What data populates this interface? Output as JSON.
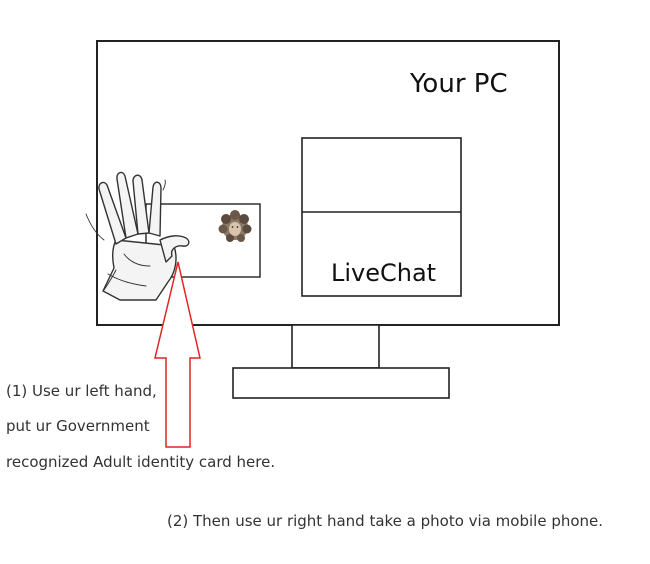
{
  "monitor": {
    "title": "Your PC"
  },
  "window": {
    "label": "LiveChat"
  },
  "instructions": {
    "step1_line1": "(1) Use ur left hand,",
    "step1_line2": "put ur Government",
    "step1_line3": "recognized Adult identity card here.",
    "step2": "(2) Then use ur right hand take a photo via mobile phone."
  },
  "colors": {
    "outline": "#222222",
    "arrow": "#e02424",
    "text": "#333333"
  },
  "icons": {
    "hand": "left-hand-drawing",
    "card_photo": "curly-hair-face-avatar"
  }
}
